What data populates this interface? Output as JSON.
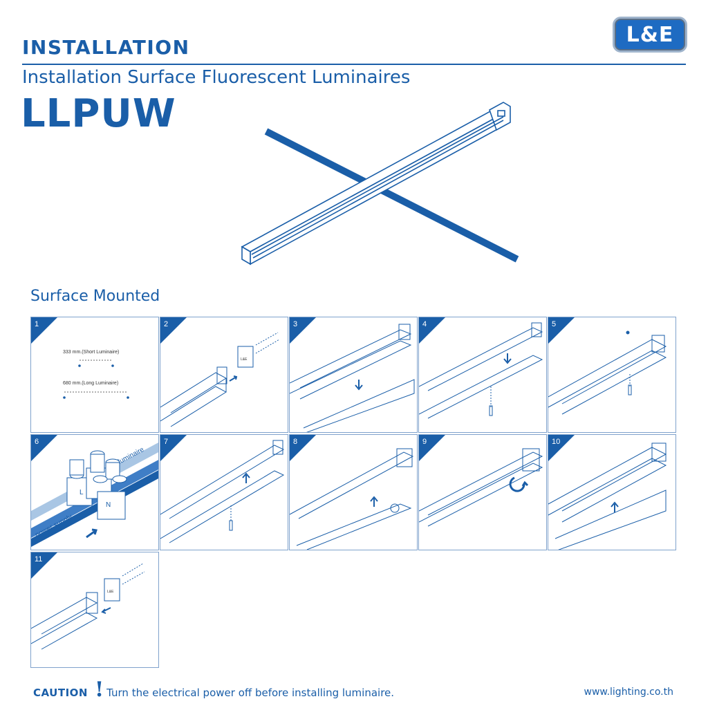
{
  "header": {
    "title": "INSTALLATION",
    "subtitle": "Installation Surface Fluorescent Luminaires",
    "model": "LLPUW",
    "logo_text": "L&E"
  },
  "section_title": "Surface Mounted",
  "steps": [
    {
      "number": "1",
      "labels": [
        "333 mm.(Short Luminaire)",
        "680 mm.(Long Luminaire)"
      ]
    },
    {
      "number": "2",
      "labels": [
        "L&E"
      ]
    },
    {
      "number": "3",
      "labels": []
    },
    {
      "number": "4",
      "labels": []
    },
    {
      "number": "5",
      "labels": []
    },
    {
      "number": "6",
      "labels": [
        "luminaire",
        "power supply",
        "L",
        "N"
      ]
    },
    {
      "number": "7",
      "labels": []
    },
    {
      "number": "8",
      "labels": []
    },
    {
      "number": "9",
      "labels": []
    },
    {
      "number": "10",
      "labels": []
    },
    {
      "number": "11",
      "labels": [
        "L&E"
      ]
    }
  ],
  "footer": {
    "caution": "CAUTION",
    "warning": "Turn the electrical power off before installing luminaire.",
    "website": "www.lighting.co.th"
  },
  "colors": {
    "brand": "#1a5ea8",
    "logo": "#1e6bc2",
    "grid_border": "#7fa2cc"
  }
}
